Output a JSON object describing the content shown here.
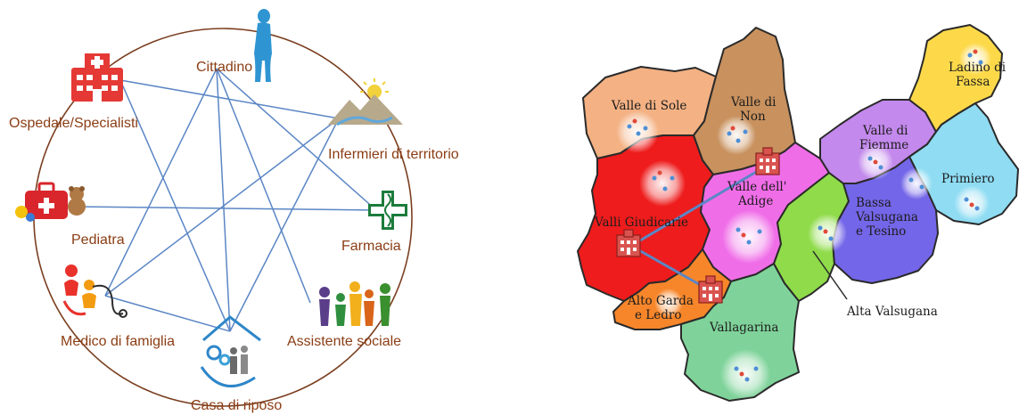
{
  "network": {
    "colors": {
      "circle": "#7b3f21",
      "link": "#5b86c5",
      "label": "#8b3d14"
    },
    "actors": [
      {
        "id": "cittadino",
        "label": "Cittadino",
        "icon": "person-silhouette-icon"
      },
      {
        "id": "ospedale",
        "label": "Ospedale/Specialisti",
        "icon": "hospital-icon"
      },
      {
        "id": "infermieri",
        "label": "Infermieri di territorio",
        "icon": "mountain-sun-icon"
      },
      {
        "id": "pediatra",
        "label": "Pediatra",
        "icon": "toys-first-aid-icon"
      },
      {
        "id": "farmacia",
        "label": "Farmacia",
        "icon": "pharmacy-cross-icon"
      },
      {
        "id": "medico",
        "label": "Medico di famiglia",
        "icon": "family-doctor-icon"
      },
      {
        "id": "assistente",
        "label": "Assistente sociale",
        "icon": "social-care-people-icon"
      },
      {
        "id": "casa",
        "label": "Casa di riposo",
        "icon": "retirement-home-icon"
      }
    ],
    "links": [
      [
        "ospedale",
        "infermieri"
      ],
      [
        "ospedale",
        "casa"
      ],
      [
        "cittadino",
        "medico"
      ],
      [
        "cittadino",
        "assistente"
      ],
      [
        "cittadino",
        "farmacia"
      ],
      [
        "cittadino",
        "casa"
      ],
      [
        "infermieri",
        "medico"
      ],
      [
        "infermieri",
        "casa"
      ],
      [
        "pediatra",
        "farmacia"
      ],
      [
        "medico",
        "casa"
      ]
    ]
  },
  "map": {
    "regions": [
      {
        "id": "valle-di-sole",
        "label": "Valle di Sole",
        "color": "#f4b183"
      },
      {
        "id": "valle-di-non",
        "label": "Valle di Non",
        "color": "#c8915e"
      },
      {
        "id": "ladino-di-fassa",
        "label": "Ladino di Fassa",
        "color": "#ee1c1c"
      },
      {
        "id": "valle-di-fiemme",
        "label": "Valle di Fiemme",
        "color": "#f06de8"
      },
      {
        "id": "primiero",
        "label": "Primiero",
        "color": "#f7862a"
      },
      {
        "id": "valli-giudicarie",
        "label": "Valli Giudicarie",
        "color": "#7fd39a"
      },
      {
        "id": "valle-dell-adige",
        "label": "Valle dell' Adige",
        "color": "#8fdb4a"
      },
      {
        "id": "alta-valsugana",
        "label": "Alta Valsugana",
        "color": "#c389ec"
      },
      {
        "id": "bassa-valsugana",
        "label": "Bassa Valsugana e Tesino",
        "color": "#fdd94a"
      },
      {
        "id": "alto-garda",
        "label": "Alto Garda e Ledro",
        "color": "#8fdcf3"
      },
      {
        "id": "vallagarina",
        "label": "Vallagarina",
        "color": "#7466e8"
      }
    ],
    "hospitals": [
      "Valle dell' Adige",
      "Valli Giudicarie",
      "Alto Garda e Ledro"
    ]
  }
}
